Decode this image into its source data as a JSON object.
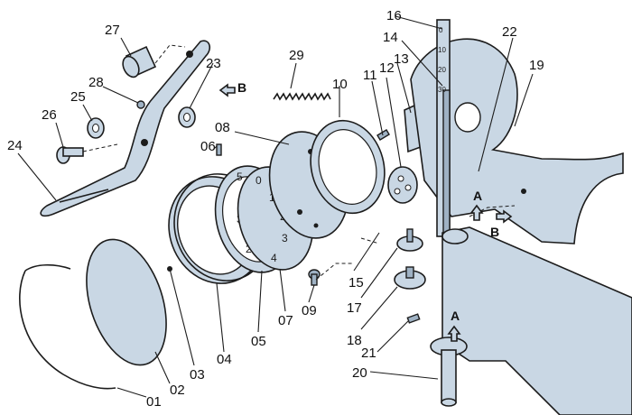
{
  "colors": {
    "part": "#c9d7e4",
    "shade": "#9fb2c4",
    "ink": "#1c1c1c",
    "background": "#ffffff"
  },
  "callouts": {
    "c01": "01",
    "c02": "02",
    "c03": "03",
    "c04": "04",
    "c05": "05",
    "c06": "06",
    "c07": "07",
    "c08": "08",
    "c09": "09",
    "c10": "10",
    "c11": "11",
    "c12": "12",
    "c13": "13",
    "c14": "14",
    "c15": "15",
    "c16": "16",
    "c17": "17",
    "c18": "18",
    "c19": "19",
    "c20": "20",
    "c21": "21",
    "c22": "22",
    "c23": "23",
    "c24": "24",
    "c25": "25",
    "c26": "26",
    "c27": "27",
    "c28": "28",
    "c29": "29"
  },
  "view_markers": {
    "a_top": "A",
    "a_bottom": "A",
    "b_top": "B",
    "b_right": "B"
  },
  "dial_ticks": [
    "0",
    "1",
    "2",
    "3",
    "4",
    "5"
  ],
  "ring_ticks": [
    "4",
    "3",
    "2"
  ],
  "scale_ticks": [
    "0",
    "10",
    "20",
    "30"
  ]
}
